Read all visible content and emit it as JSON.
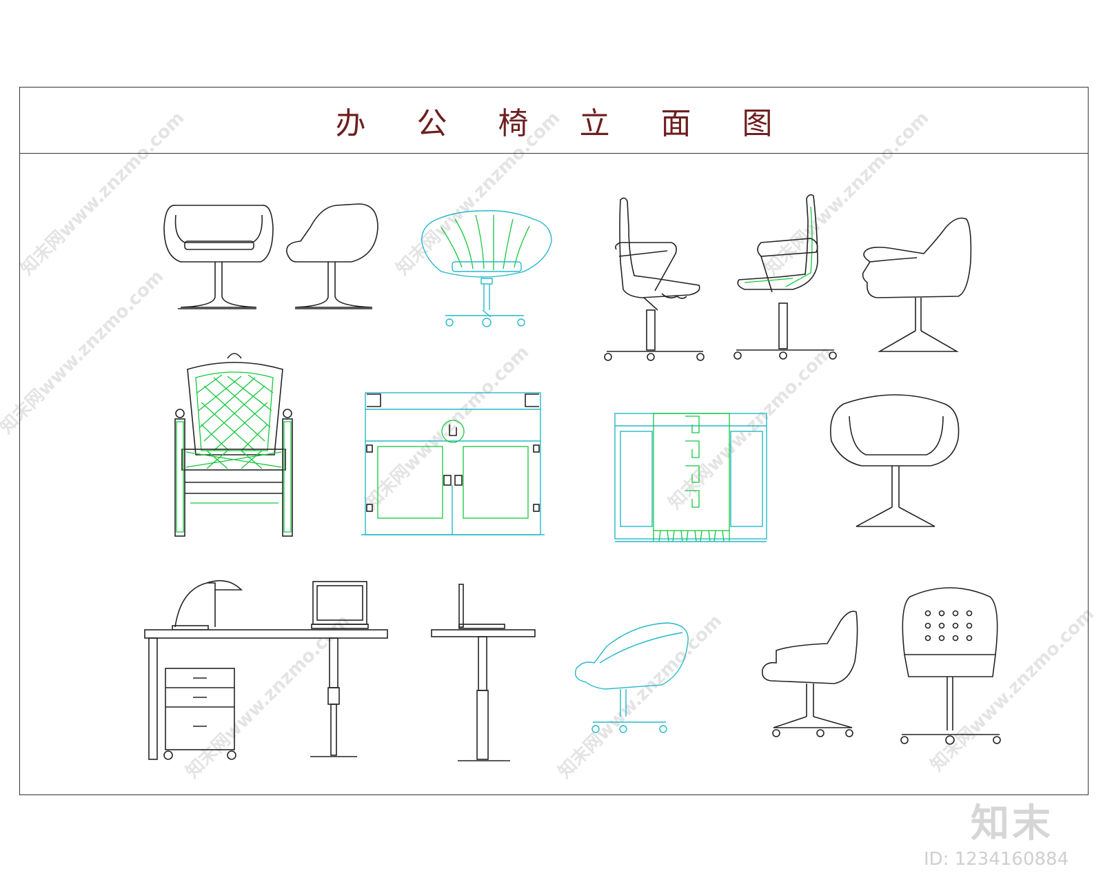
{
  "title": "办 公 椅 立 面 图",
  "watermark": {
    "site": "知末网www.znzmo.com",
    "brand": "知末",
    "id_label": "ID: 1234160884"
  },
  "colors": {
    "title": "#6e1f1f",
    "line_black": "#222222",
    "line_cyan": "#22b8c8",
    "line_green": "#12c83a"
  }
}
